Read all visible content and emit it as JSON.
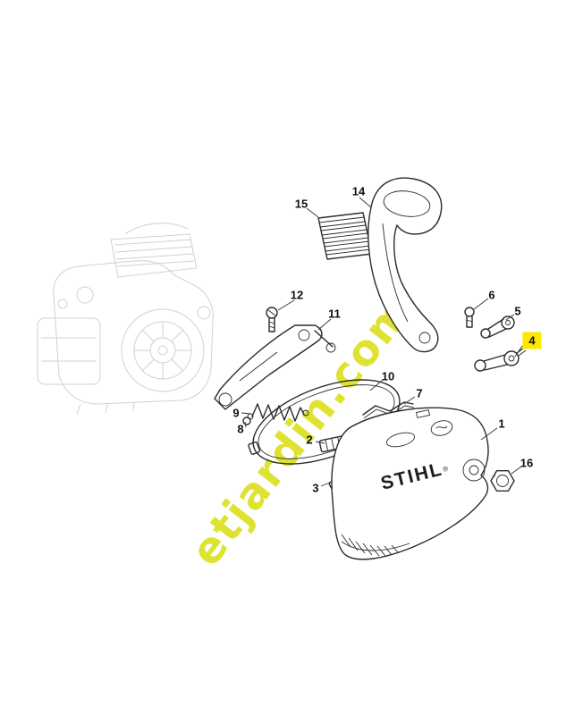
{
  "diagram": {
    "watermark": "etjardin.com",
    "brand": "STIHL",
    "reg_symbol": "®",
    "highlight_color": "#ffe800",
    "highlighted_part": "4",
    "parts": [
      "1",
      "2",
      "3",
      "4",
      "5",
      "6",
      "7",
      "8",
      "9",
      "10",
      "11",
      "12",
      "14",
      "15",
      "16"
    ]
  }
}
